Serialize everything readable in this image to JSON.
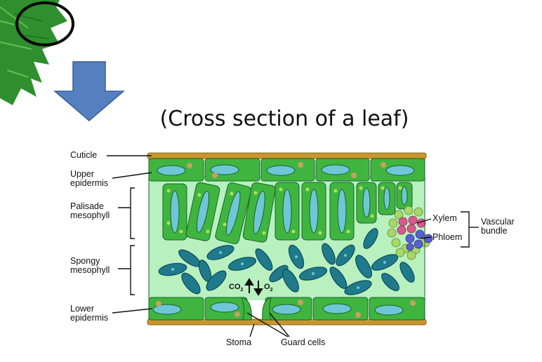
{
  "caption": "(Cross section of a leaf)",
  "labels": {
    "cuticle": "Cuticle",
    "upper_epidermis": [
      "Upper",
      "epidermis"
    ],
    "palisade_mesophyll": [
      "Palisade",
      "mesophyll"
    ],
    "spongy_mesophyll": [
      "Spongy",
      "mesophyll"
    ],
    "lower_epidermis": [
      "Lower",
      "epidermis"
    ],
    "xylem": "Xylem",
    "phloem": "Phloem",
    "vascular_bundle": [
      "Vascular",
      "bundle"
    ],
    "stoma": "Stoma",
    "guard_cells": "Guard cells",
    "co2": "CO",
    "co2_sub": "2",
    "o2": "O",
    "o2_sub": "2"
  },
  "colors": {
    "leaf_green": "#2e8b2e",
    "cell_green": "#3fb53f",
    "interior": "#b8f0c0",
    "cuticle": "#c8962e",
    "cell_outline": "#17632a",
    "vacuole": "#6fc6d6",
    "spongy_cell": "#1f7a8c",
    "arrow_blue": "#5580c0",
    "xylem": "#d65a8c",
    "phloem": "#5b5fd1"
  }
}
